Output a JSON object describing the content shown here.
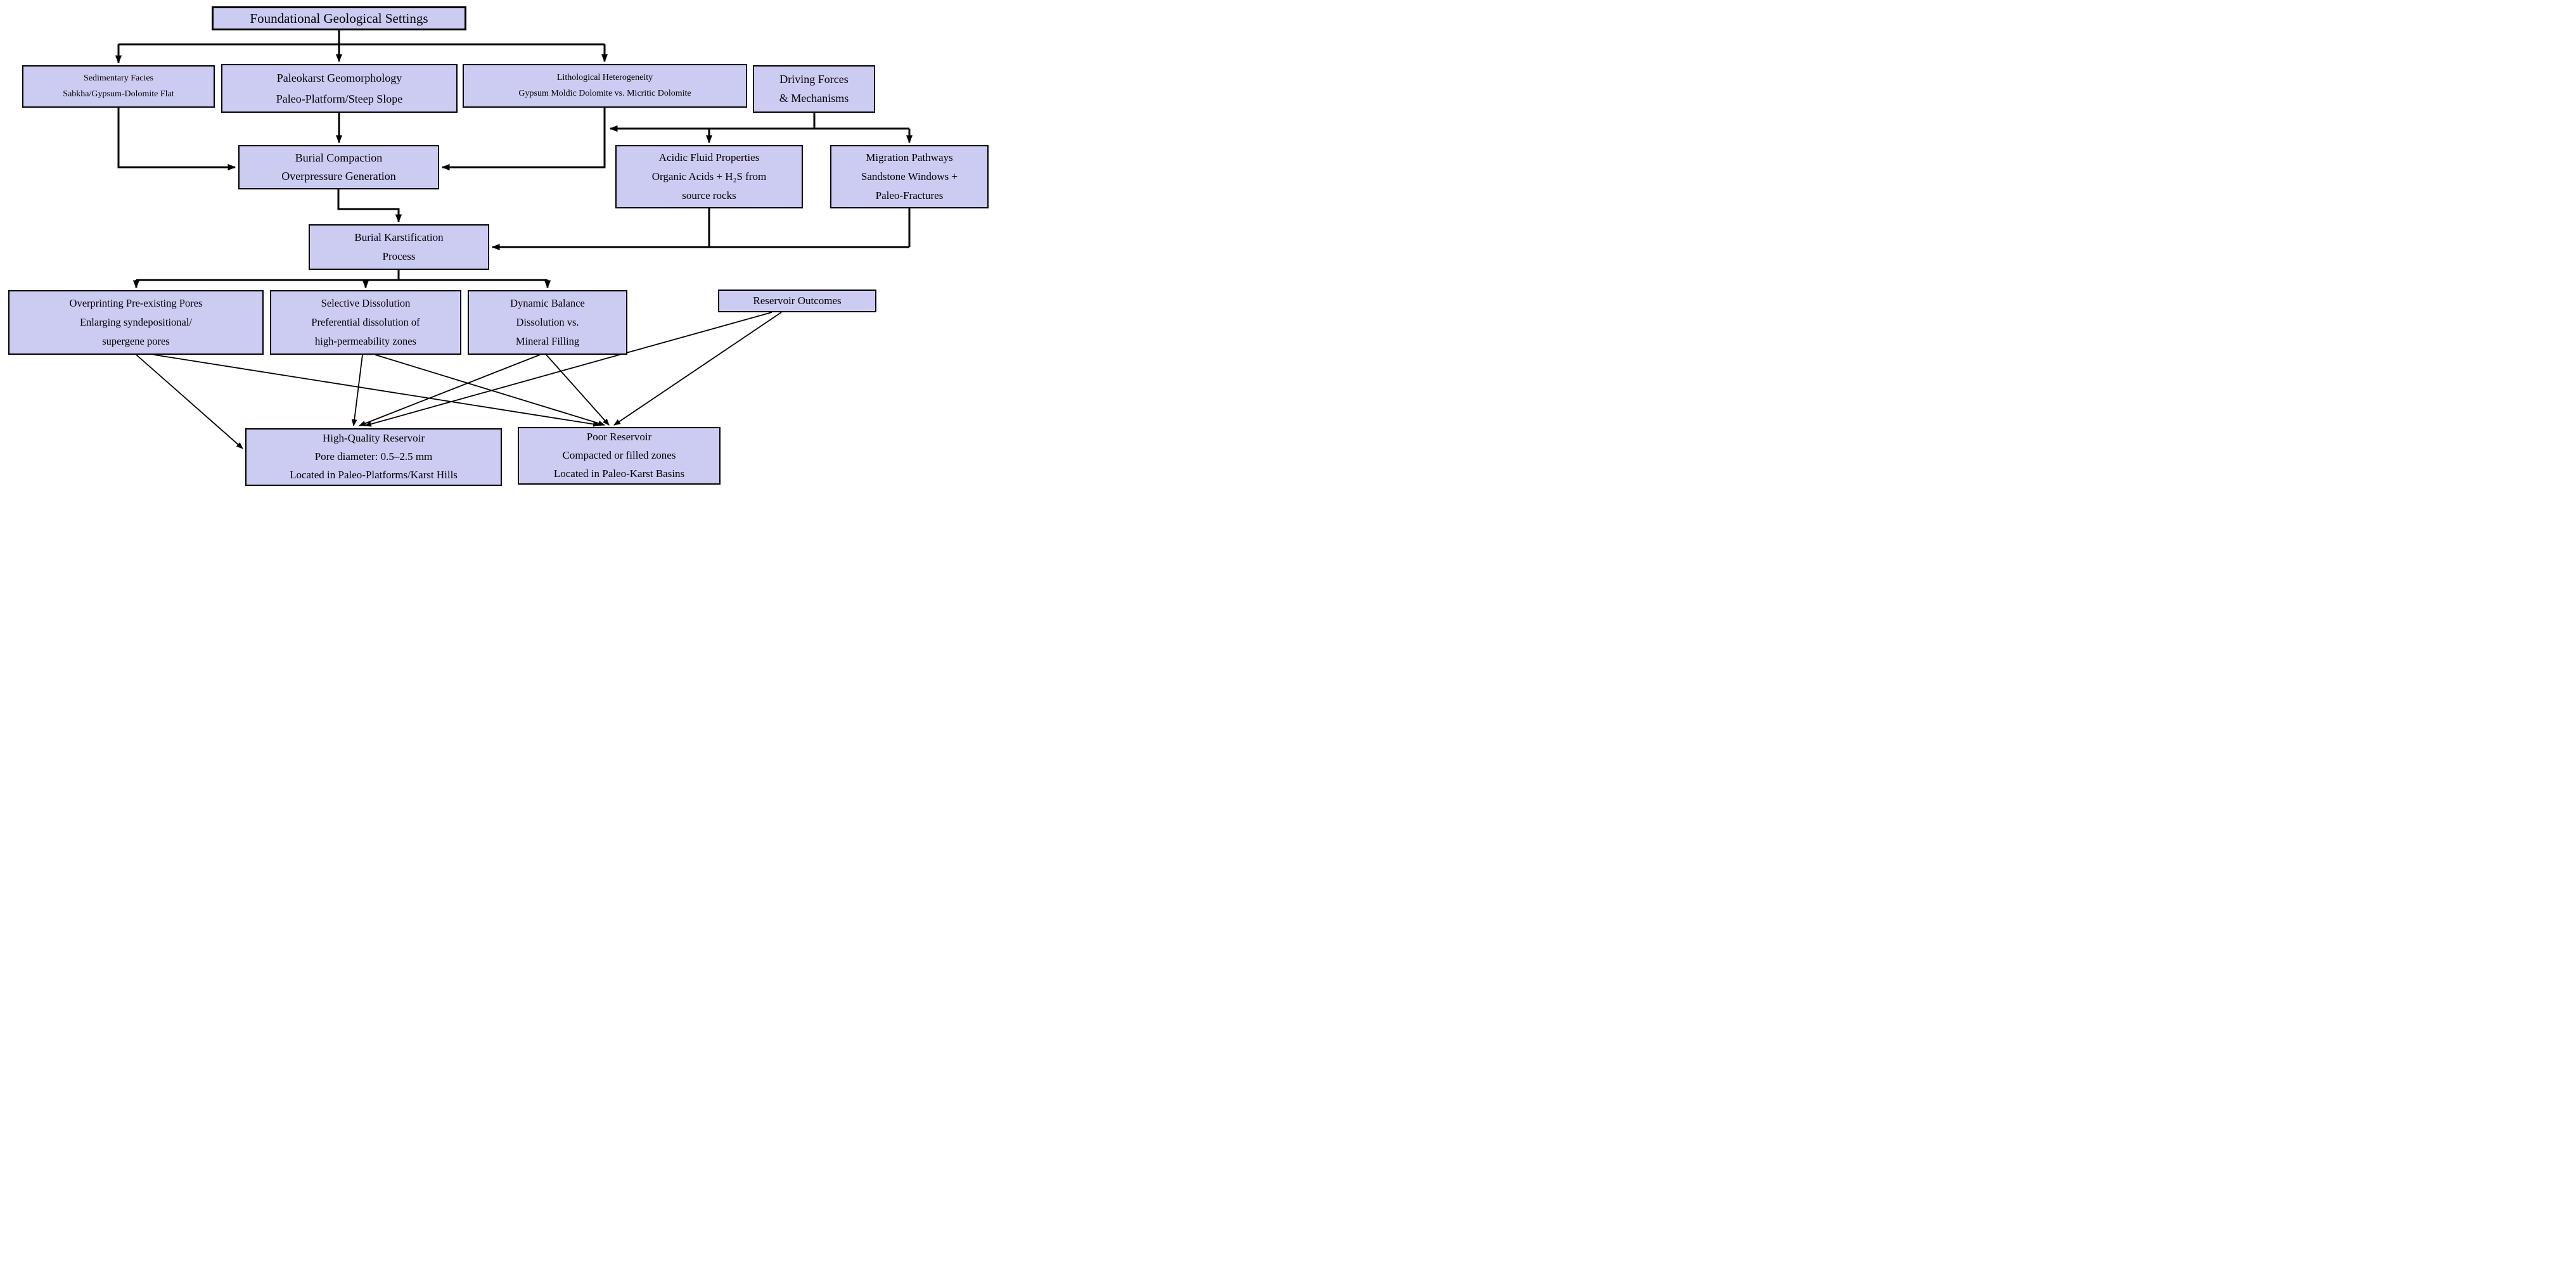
{
  "diagram": {
    "type": "flowchart",
    "background": "#ffffff",
    "colors": {
      "node_fill": "#cccbf2",
      "node_border": "#000000",
      "connector": "#000000"
    },
    "nodes": {
      "foundational": {
        "lines": [
          "Foundational Geological Settings"
        ]
      },
      "sedimentary": {
        "lines": [
          "Sedimentary Facies",
          "Sabkha/Gypsum-Dolomite Flat"
        ]
      },
      "paleokarst": {
        "lines": [
          "Paleokarst Geomorphology",
          "Paleo-Platform/Steep Slope"
        ]
      },
      "lithological": {
        "lines": [
          "Lithological Heterogeneity",
          "Gypsum Moldic Dolomite vs. Micritic Dolomite"
        ]
      },
      "driving": {
        "lines": [
          "Driving Forces",
          "& Mechanisms"
        ]
      },
      "burial_compaction": {
        "lines": [
          "Burial Compaction",
          "Overpressure Generation"
        ]
      },
      "acidic_fluid": {
        "lines": [
          "Acidic Fluid Properties",
          "Organic Acids + H₂S from",
          "source rocks"
        ]
      },
      "migration": {
        "lines": [
          "Migration Pathways",
          "Sandstone Windows +",
          "Paleo-Fractures"
        ]
      },
      "burial_karst": {
        "lines": [
          "Burial Karstification",
          "Process"
        ]
      },
      "overprinting": {
        "lines": [
          "Overprinting Pre-existing Pores",
          "Enlarging syndepositional/",
          "supergene pores"
        ]
      },
      "selective": {
        "lines": [
          "Selective Dissolution",
          "Preferential dissolution of",
          "high-permeability zones"
        ]
      },
      "dynamic": {
        "lines": [
          "Dynamic Balance",
          "Dissolution vs.",
          "Mineral Filling"
        ]
      },
      "outcomes": {
        "lines": [
          "Reservoir Outcomes"
        ]
      },
      "high_quality": {
        "lines": [
          "High-Quality Reservoir",
          "Pore diameter: 0.5–2.5 mm",
          "Located in Paleo-Platforms/Karst Hills"
        ]
      },
      "poor": {
        "lines": [
          "Poor Reservoir",
          "Compacted or filled zones",
          "Located in Paleo-Karst Basins"
        ]
      }
    },
    "edges": [
      {
        "from": "Foundational Geological Settings",
        "to": "Sedimentary Facies"
      },
      {
        "from": "Foundational Geological Settings",
        "to": "Paleokarst Geomorphology"
      },
      {
        "from": "Foundational Geological Settings",
        "to": "Lithological Heterogeneity"
      },
      {
        "from": "Sedimentary Facies",
        "to": "Burial Compaction"
      },
      {
        "from": "Paleokarst Geomorphology",
        "to": "Burial Compaction"
      },
      {
        "from": "Lithological Heterogeneity",
        "to": "Burial Compaction"
      },
      {
        "from": "Driving Forces & Mechanisms",
        "to": "Burial Compaction"
      },
      {
        "from": "Driving Forces & Mechanisms",
        "to": "Acidic Fluid Properties"
      },
      {
        "from": "Driving Forces & Mechanisms",
        "to": "Migration Pathways"
      },
      {
        "from": "Burial Compaction",
        "to": "Burial Karstification Process"
      },
      {
        "from": "Acidic Fluid Properties",
        "to": "Burial Karstification Process"
      },
      {
        "from": "Migration Pathways",
        "to": "Burial Karstification Process"
      },
      {
        "from": "Burial Karstification Process",
        "to": "Overprinting Pre-existing Pores"
      },
      {
        "from": "Burial Karstification Process",
        "to": "Selective Dissolution"
      },
      {
        "from": "Burial Karstification Process",
        "to": "Dynamic Balance"
      },
      {
        "from": "Overprinting Pre-existing Pores",
        "to": "High-Quality Reservoir"
      },
      {
        "from": "Overprinting Pre-existing Pores",
        "to": "Poor Reservoir"
      },
      {
        "from": "Selective Dissolution",
        "to": "High-Quality Reservoir"
      },
      {
        "from": "Selective Dissolution",
        "to": "Poor Reservoir"
      },
      {
        "from": "Dynamic Balance",
        "to": "High-Quality Reservoir"
      },
      {
        "from": "Dynamic Balance",
        "to": "Poor Reservoir"
      },
      {
        "from": "Reservoir Outcomes",
        "to": "High-Quality Reservoir"
      },
      {
        "from": "Reservoir Outcomes",
        "to": "Poor Reservoir"
      }
    ]
  }
}
